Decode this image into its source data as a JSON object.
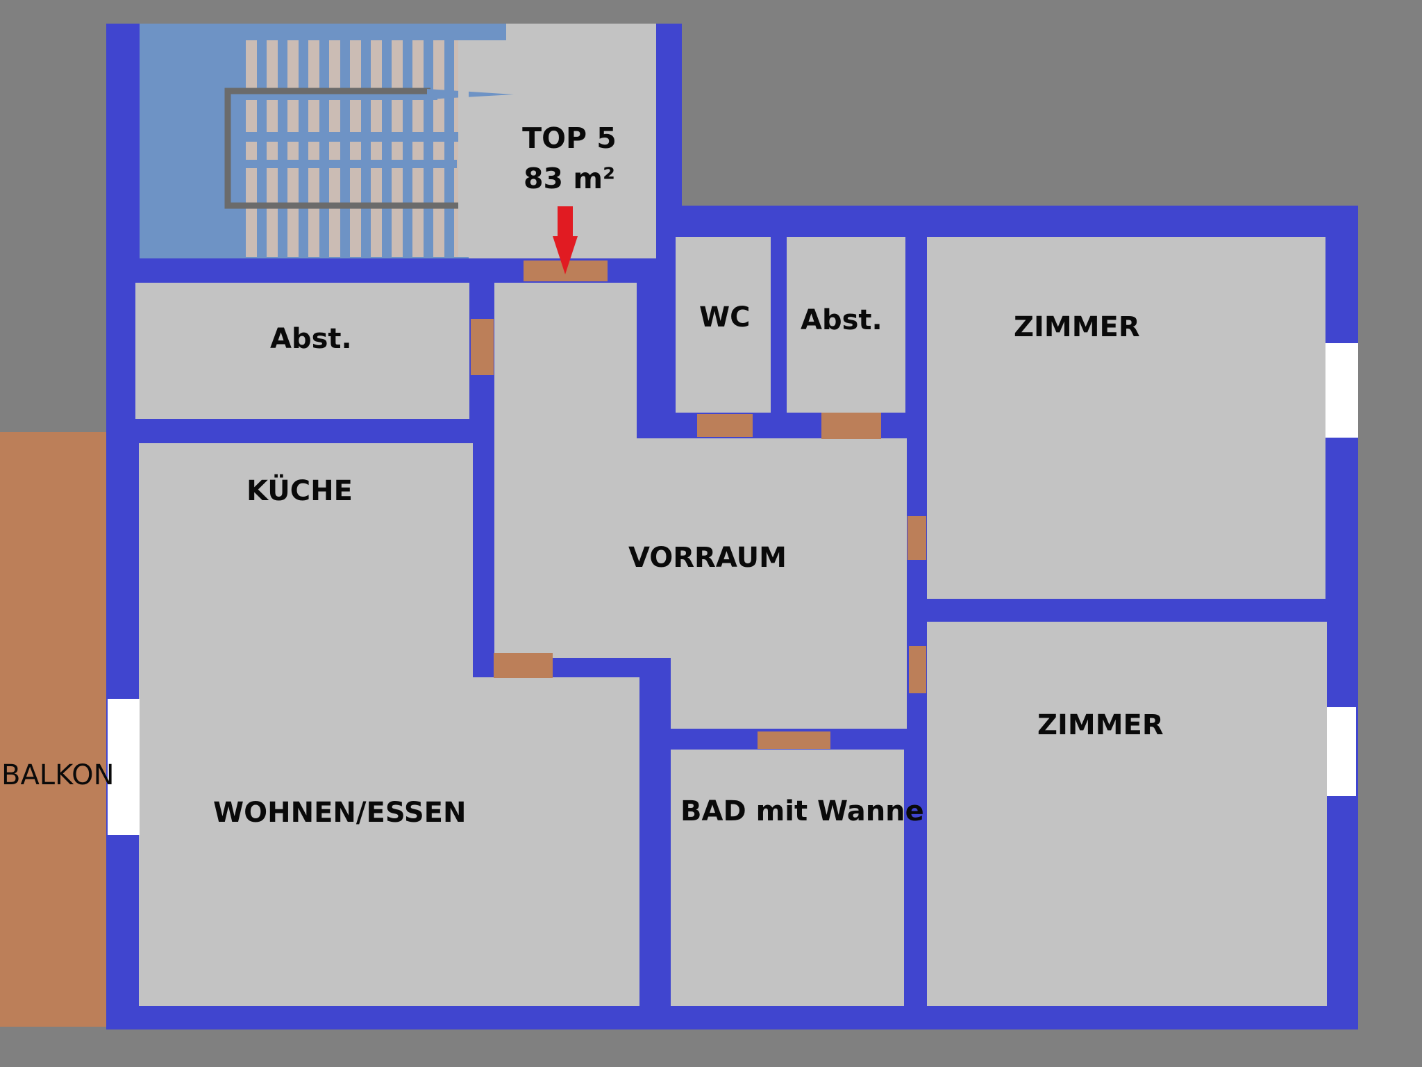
{
  "unit": {
    "name": "TOP 5",
    "area": "83 m²"
  },
  "rooms": {
    "storage_left": "Abst.",
    "wc": "WC",
    "storage_right": "Abst.",
    "bedroom_top": "ZIMMER",
    "kitchen": "KÜCHE",
    "hallway": "VORRAUM",
    "bedroom_bottom": "ZIMMER",
    "living": "WOHNEN/ESSEN",
    "bathroom": "BAD mit Wanne",
    "balcony": "BALKON"
  },
  "colors": {
    "background": "#808080",
    "wall": "#4045cf",
    "floor": "#c3c3c3",
    "door": "#bc7f59",
    "window": "#ffffff",
    "stair": "#6e93c5",
    "entrance_arrow": "#e11b22"
  },
  "icons": {
    "entrance": "entrance-arrow-icon",
    "stairs": "staircase-icon"
  }
}
